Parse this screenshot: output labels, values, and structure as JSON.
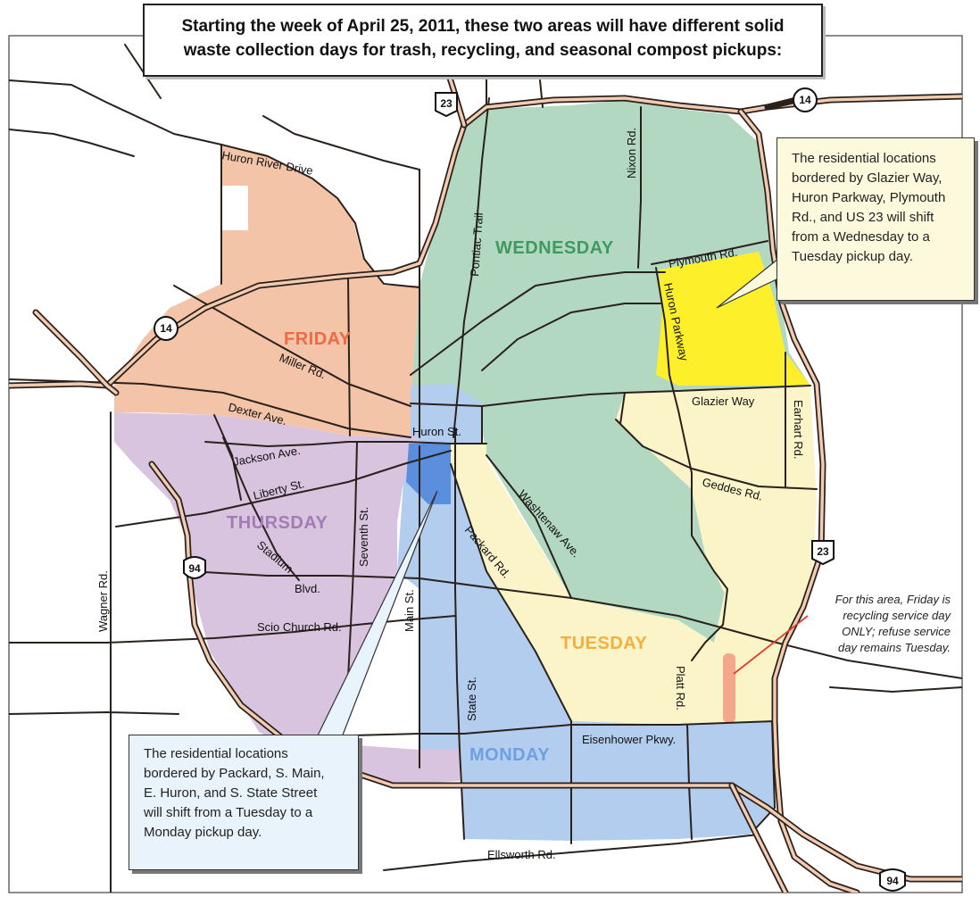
{
  "title": {
    "line1": "Starting the week of April 25, 2011, these two areas will have different solid",
    "line2": "waste collection days for trash, recycling, and seasonal compost pickups:"
  },
  "zones": {
    "wednesday": {
      "label": "WEDNESDAY",
      "color": "#b3d8c1",
      "text_color": "#3f9a5f"
    },
    "friday": {
      "label": "FRIDAY",
      "color": "#f3c4a8",
      "text_color": "#ec6a45"
    },
    "thursday": {
      "label": "THURSDAY",
      "color": "#d9c4df",
      "text_color": "#a37bb4"
    },
    "tuesday": {
      "label": "TUESDAY",
      "color": "#fbf4c8",
      "text_color": "#f4b03f"
    },
    "monday": {
      "label": "MONDAY",
      "color": "#b3cdef",
      "text_color": "#6ea0e1"
    },
    "shift_to_tuesday": {
      "color": "#fdf02b"
    },
    "shift_to_monday": {
      "color": "#5b8edd"
    }
  },
  "notes": {
    "northeast": {
      "line1": "The residential locations",
      "line2": "bordered by Glazier Way,",
      "line3": "Huron Parkway, Plymouth",
      "line4": "Rd., and US 23 will shift",
      "line5": "from a Wednesday to a",
      "line6": "Tuesday pickup day."
    },
    "southwest": {
      "line1": "The residential locations",
      "line2": "bordered by Packard, S. Main,",
      "line3": "E. Huron, and S. State Street",
      "line4": "will shift from a Tuesday to a",
      "line5": "Monday pickup day."
    },
    "friday_recycling": {
      "line1": "For this area, Friday is",
      "line2": "recycling service day",
      "line3": "ONLY; refuse service",
      "line4": "day remains Tuesday."
    }
  },
  "roads": {
    "huron_river": "Huron River Drive",
    "pontiac": "Pontiac Trail",
    "nixon": "Nixon Rd.",
    "plymouth": "Plymouth Rd.",
    "huron_pkwy": "Huron Parkway",
    "miller": "Miller Rd.",
    "dexter": "Dexter Ave.",
    "huron_st": "Huron St.",
    "jackson": "Jackson Ave.",
    "liberty": "Liberty St.",
    "seventh": "Seventh St.",
    "stadium": "Stadium",
    "blvd": "Blvd.",
    "glazier": "Glazier Way",
    "earhart": "Earhart Rd.",
    "geddes": "Geddes Rd.",
    "washtenaw": "Washtenaw Ave.",
    "packard": "Packard Rd.",
    "wagner": "Wagner Rd.",
    "scio": "Scio Church Rd.",
    "main": "Main St.",
    "state": "State St.",
    "platt": "Platt Rd.",
    "eisenhower": "Eisenhower Pkwy.",
    "ellsworth": "Ellsworth Rd."
  },
  "shields": {
    "us23_north": "23",
    "m14_east": "14",
    "m14_west": "14",
    "us23_east": "23",
    "i94_west": "94",
    "i94_east": "94"
  }
}
